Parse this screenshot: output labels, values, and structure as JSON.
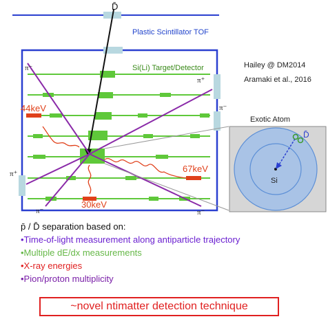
{
  "labels": {
    "antideuteron_top": "D̄",
    "tof": "Plastic Scintillator TOF",
    "target": "Si(Li) Target/Detector",
    "kev44": "44keV",
    "kev67": "67keV",
    "kev30": "30keV",
    "pi_minus": "π⁻",
    "pi_plus": "π⁺",
    "exotic_atom": "Exotic Atom",
    "si": "Si",
    "inset_dbar": "D̄"
  },
  "refs": [
    "Hailey @ DM2014",
    "Aramaki et al., 2016"
  ],
  "separation_heading": "p̄ / D̄ separation based on:",
  "methods": [
    {
      "text": "•Time-of-light measurement along antiparticle trajectory",
      "color": "#6a1fd0"
    },
    {
      "text": "•Multiple dE/dx measurements",
      "color": "#66b848"
    },
    {
      "text": "•X-ray energies",
      "color": "#e02020"
    },
    {
      "text": "•Pion/proton multiplicity",
      "color": "#7a1fa8"
    }
  ],
  "footer": "~novel ntimatter detection technique",
  "colors": {
    "frame_blue": "#2a3fd0",
    "layer_green": "#5fc83a",
    "pion_purple": "#8a2aa8",
    "xray_red": "#e0401a",
    "tof_paddle": "#b8d8e0",
    "inset_outer": "#a9c3e6",
    "inset_inner": "#5c8fd6"
  }
}
